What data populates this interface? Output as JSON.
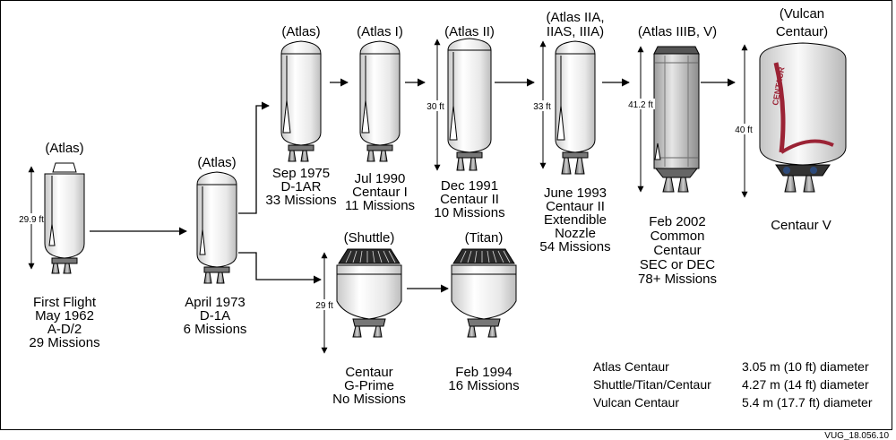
{
  "stages": {
    "ad2": {
      "top": "(Atlas)",
      "lines": [
        "First Flight",
        "May 1962",
        "A-D/2",
        "29 Missions"
      ],
      "dimension": "29.9 ft"
    },
    "d1a": {
      "top": "(Atlas)",
      "lines": [
        "April 1973",
        "D-1A",
        "6 Missions"
      ]
    },
    "d1ar": {
      "top": "(Atlas)",
      "lines": [
        "Sep 1975",
        "D-1AR",
        "33 Missions"
      ]
    },
    "c1": {
      "top": "(Atlas I)",
      "lines": [
        "Jul 1990",
        "Centaur I",
        "11 Missions"
      ]
    },
    "c2": {
      "top": "(Atlas II)",
      "lines": [
        "Dec 1991",
        "Centaur II",
        "10 Missions"
      ],
      "dimension": "30 ft"
    },
    "c2ext": {
      "top_lines": [
        "(Atlas IIA,",
        "IIAS, IIIA)"
      ],
      "lines": [
        "June 1993",
        "Centaur II",
        "Extendible",
        "Nozzle",
        "54 Missions"
      ],
      "dimension": "33 ft"
    },
    "common": {
      "top": "(Atlas IIIB, V)",
      "lines": [
        "Feb 2002",
        "Common",
        "Centaur",
        "SEC or DEC",
        "78+ Missions"
      ],
      "dimension": "41.2 ft"
    },
    "cv": {
      "top_lines": [
        "(Vulcan",
        "Centaur)"
      ],
      "lines": [
        "Centaur V"
      ],
      "dimension": "40 ft",
      "logo_text": "CENTAUR"
    },
    "gprime": {
      "top": "(Shuttle)",
      "lines": [
        "Centaur",
        "G-Prime",
        "No Missions"
      ],
      "dimension": "29 ft"
    },
    "titan": {
      "top": "(Titan)",
      "lines": [
        "Feb 1994",
        "16 Missions"
      ]
    }
  },
  "legend": [
    {
      "name": "Atlas Centaur",
      "value": "3.05 m (10 ft) diameter"
    },
    {
      "name": "Shuttle/Titan/Centaur",
      "value": "4.27 m (14 ft) diameter"
    },
    {
      "name": "Vulcan Centaur",
      "value": "5.4 m (17.7 ft) diameter"
    }
  ],
  "figure_id": "VUG_18.056.10",
  "colors": {
    "body": "#f2f2f2",
    "body_shade": "#c8c8c8",
    "outline": "#000000",
    "engine": "#8a8a8a",
    "swoosh": "#9b2335"
  }
}
